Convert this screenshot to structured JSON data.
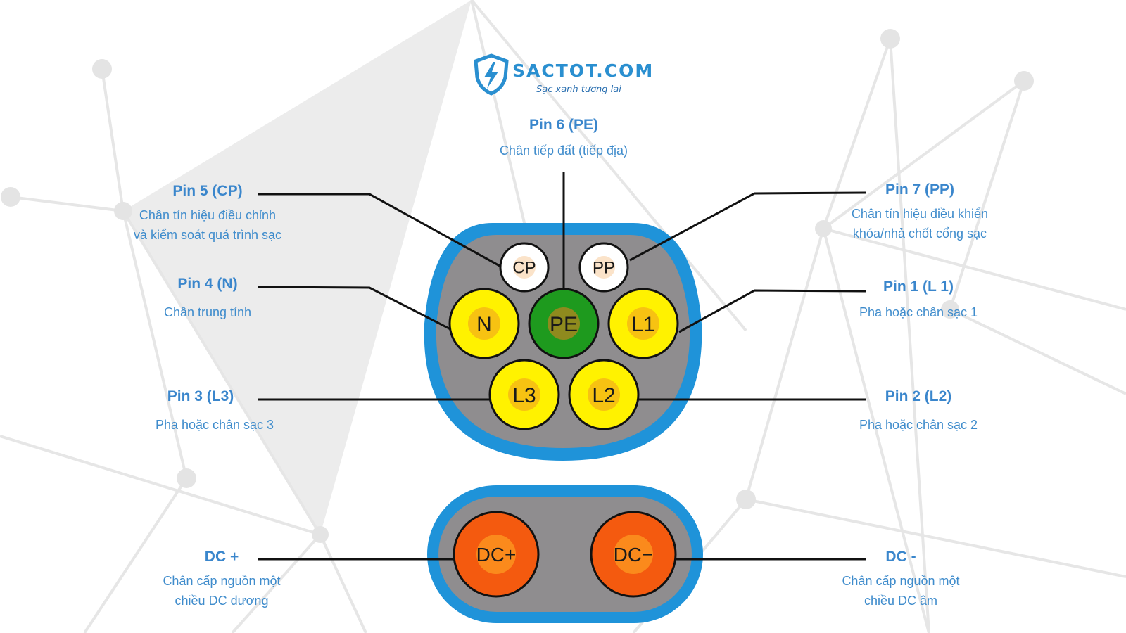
{
  "brand": {
    "name": "SACTOT.COM",
    "tagline": "Sạc xanh tương lai"
  },
  "colors": {
    "accent_blue": "#3a86cc",
    "housing_blue": "#1f93d9",
    "housing_grey": "#8f8d8f",
    "pin_white": "#ffffff",
    "pin_yellow": "#fff200",
    "pin_green": "#1e9a1e",
    "pin_orange": "#f45a0f",
    "leader_line": "#111111"
  },
  "pins": [
    {
      "id": "cp",
      "text": "CP",
      "color": "white"
    },
    {
      "id": "pp",
      "text": "PP",
      "color": "white"
    },
    {
      "id": "n",
      "text": "N",
      "color": "yellow"
    },
    {
      "id": "pe",
      "text": "PE",
      "color": "green"
    },
    {
      "id": "l1",
      "text": "L1",
      "color": "yellow"
    },
    {
      "id": "l3",
      "text": "L3",
      "color": "yellow"
    },
    {
      "id": "l2",
      "text": "L2",
      "color": "yellow"
    },
    {
      "id": "dcplus",
      "text": "DC+",
      "color": "orange"
    },
    {
      "id": "dcminus",
      "text": "DC−",
      "color": "orange"
    }
  ],
  "labels": {
    "pe": {
      "title": "Pin 6 (PE)",
      "desc": "Chân tiếp đất (tiếp địa)"
    },
    "cp": {
      "title": "Pin 5 (CP)",
      "desc": "Chân tín hiệu điều chỉnh\nvà kiểm soát quá trình sạc"
    },
    "pp": {
      "title": "Pin 7 (PP)",
      "desc": "Chân tín hiệu điều khiển\nkhóa/nhả chốt cổng sạc"
    },
    "n": {
      "title": "Pin 4 (N)",
      "desc": "Chân trung tính"
    },
    "l1": {
      "title": "Pin 1 (L 1)",
      "desc": "Pha hoặc chân sạc 1"
    },
    "l3": {
      "title": "Pin 3 (L3)",
      "desc": "Pha hoặc chân sạc 3"
    },
    "l2": {
      "title": "Pin 2 (L2)",
      "desc": "Pha hoặc chân sạc 2"
    },
    "dcplus": {
      "title": "DC +",
      "desc": "Chân cấp nguồn một\nchiều DC dương"
    },
    "dcminus": {
      "title": "DC -",
      "desc": "Chân cấp nguồn một\nchiều DC âm"
    }
  }
}
